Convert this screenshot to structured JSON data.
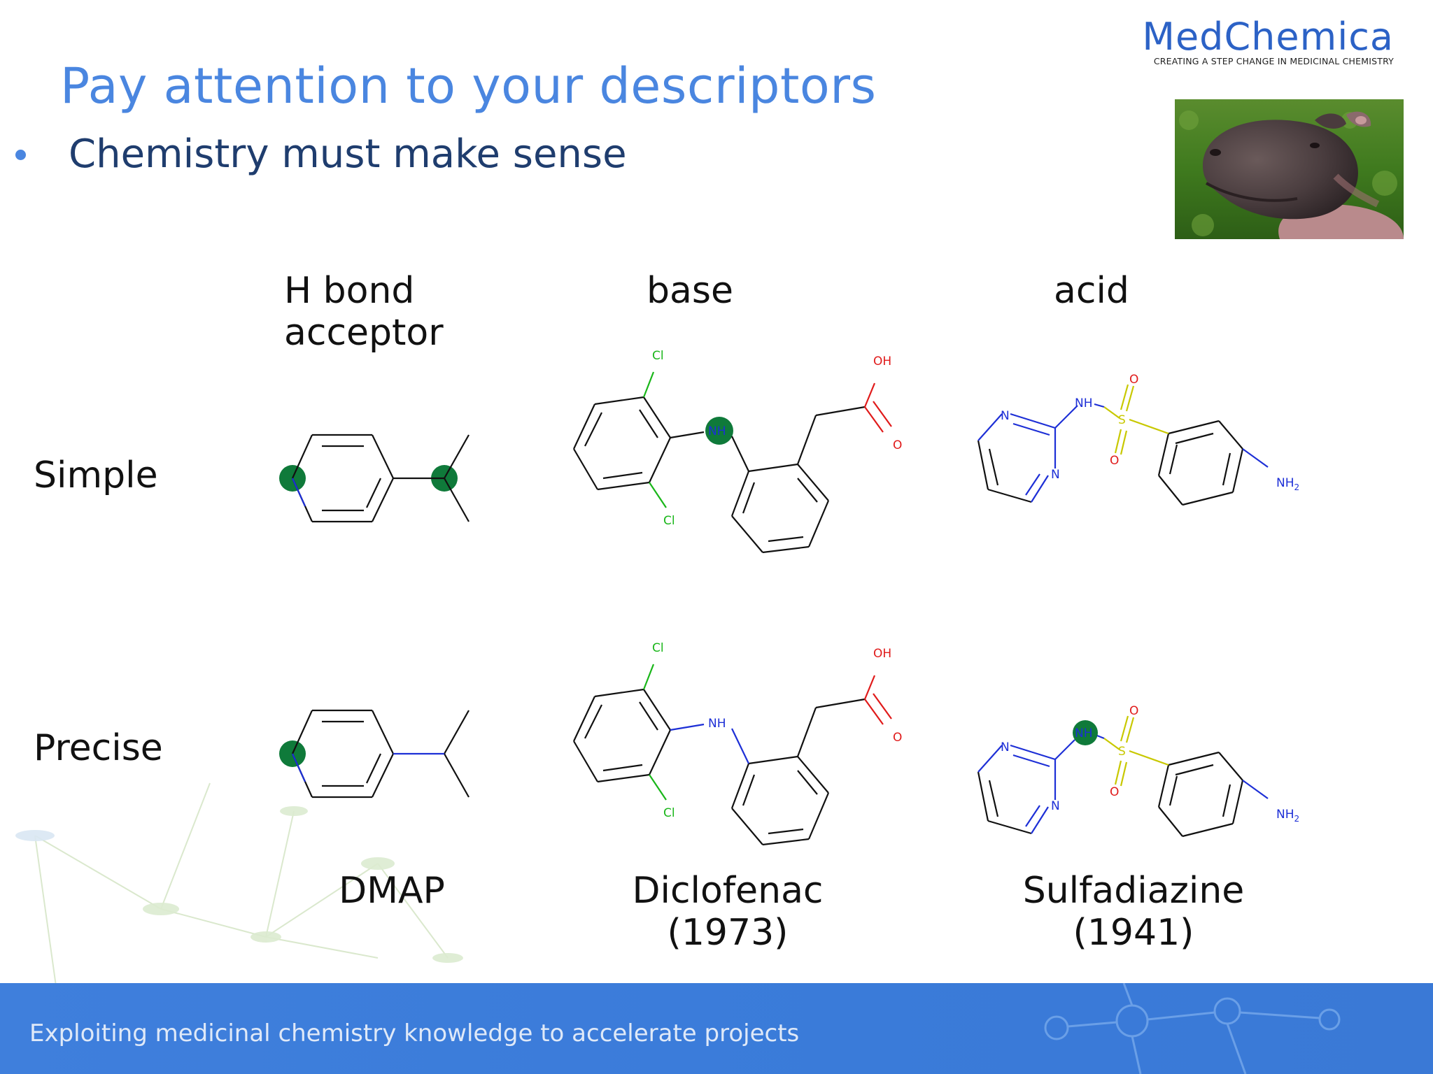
{
  "title": "Pay attention to your descriptors",
  "bullet": "Chemistry must make sense",
  "logo": {
    "name": "MedChemica",
    "tagline": "CREATING A STEP CHANGE IN MEDICINAL CHEMISTRY"
  },
  "columns": {
    "col1_line1": "H bond",
    "col1_line2": "acceptor",
    "col2": "base",
    "col3": "acid"
  },
  "rows": {
    "simple": "Simple",
    "precise": "Precise"
  },
  "molecules": {
    "dmap": {
      "name": "DMAP",
      "year": ""
    },
    "diclofenac": {
      "name": "Diclofenac",
      "year": "(1973)"
    },
    "sulfadiazine": {
      "name": "Sulfadiazine",
      "year": "(1941)"
    }
  },
  "atom_labels": {
    "cl": "Cl",
    "nh": "NH",
    "oh": "OH",
    "o": "O",
    "n": "N",
    "s": "S",
    "nh2": "NH"
  },
  "footer": "Exploiting medicinal chemistry knowledge to accelerate projects",
  "colors": {
    "title": "#4a86e0",
    "highlight": "#0f7a3a",
    "nitrogen": "#1d2fd6",
    "oxygen": "#e01a1a",
    "chlorine": "#19b619",
    "sulfur": "#c8c800",
    "footer_bar": "#3a7bd9"
  }
}
